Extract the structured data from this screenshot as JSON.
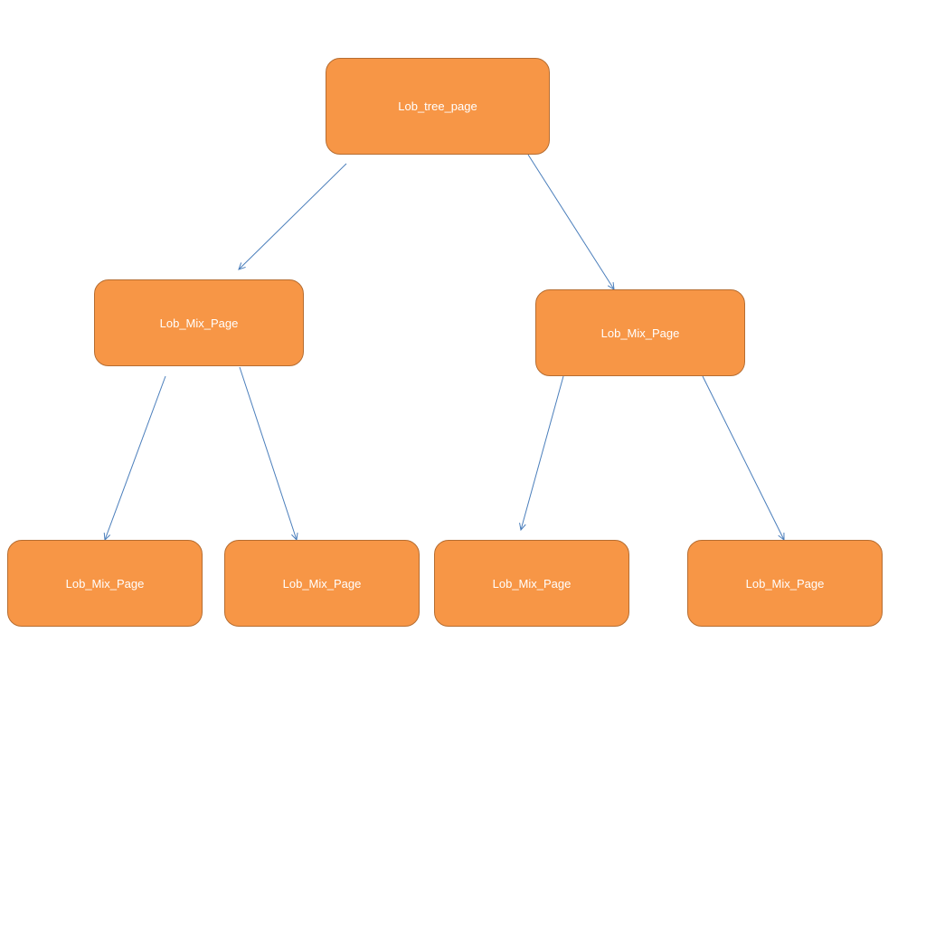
{
  "diagram": {
    "nodes": {
      "root": {
        "label": "Lob_tree_page"
      },
      "mix_left": {
        "label": "Lob_Mix_Page"
      },
      "mix_right": {
        "label": "Lob_Mix_Page"
      },
      "leaf_1": {
        "label": "Lob_Mix_Page"
      },
      "leaf_2": {
        "label": "Lob_Mix_Page"
      },
      "leaf_3": {
        "label": "Lob_Mix_Page"
      },
      "leaf_4": {
        "label": "Lob_Mix_Page"
      }
    },
    "edges": [
      {
        "from": "root",
        "to": "mix_left"
      },
      {
        "from": "root",
        "to": "mix_right"
      },
      {
        "from": "mix_left",
        "to": "leaf_1"
      },
      {
        "from": "mix_left",
        "to": "leaf_2"
      },
      {
        "from": "mix_right",
        "to": "leaf_3"
      },
      {
        "from": "mix_right",
        "to": "leaf_4"
      }
    ],
    "colors": {
      "node_fill": "#f79646",
      "node_border": "#b66d31",
      "node_text": "#ffffff",
      "edge": "#4a7ebb"
    }
  }
}
